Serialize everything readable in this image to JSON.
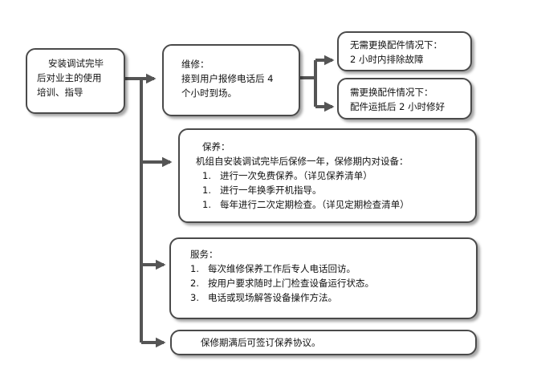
{
  "start_box": {
    "lines": [
      "安装调试完毕",
      "后对业主的使用",
      "培训、指导"
    ]
  },
  "repair_box": {
    "title": "维修：",
    "lines": [
      "接到用户报修电话后 4",
      "个小时到场。"
    ]
  },
  "no_parts_box": {
    "title": "无需更换配件情况下：",
    "text": "2 小时内排除故障"
  },
  "parts_box": {
    "title": "需更换配件情况下：",
    "text": "配件运抵后 2 小时修好"
  },
  "maintenance_box": {
    "title": "保养：",
    "intro": "机组自安装调试完毕后保修一年，保修期内对设备：",
    "items": [
      {
        "num": "1.",
        "text": "进行一次免费保养。（详见保养清单）"
      },
      {
        "num": "1.",
        "text": "进行一年换季开机指导。"
      },
      {
        "num": "1.",
        "text": "每年进行二次定期检查。（详见定期检查清单）"
      }
    ]
  },
  "service_box": {
    "title": "服务：",
    "items": [
      {
        "num": "1.",
        "text": "每次维修保养工作后专人电话回访。"
      },
      {
        "num": "2.",
        "text": "按用户要求随时上门检查设备运行状态。"
      },
      {
        "num": "3.",
        "text": "电话或现场解答设备操作方法。"
      }
    ]
  },
  "contract_box": {
    "text": "保修期满后可签订保养协议。"
  },
  "colors": {
    "border": "#4a4a4a",
    "connector": "#555555",
    "text": "#111111"
  }
}
